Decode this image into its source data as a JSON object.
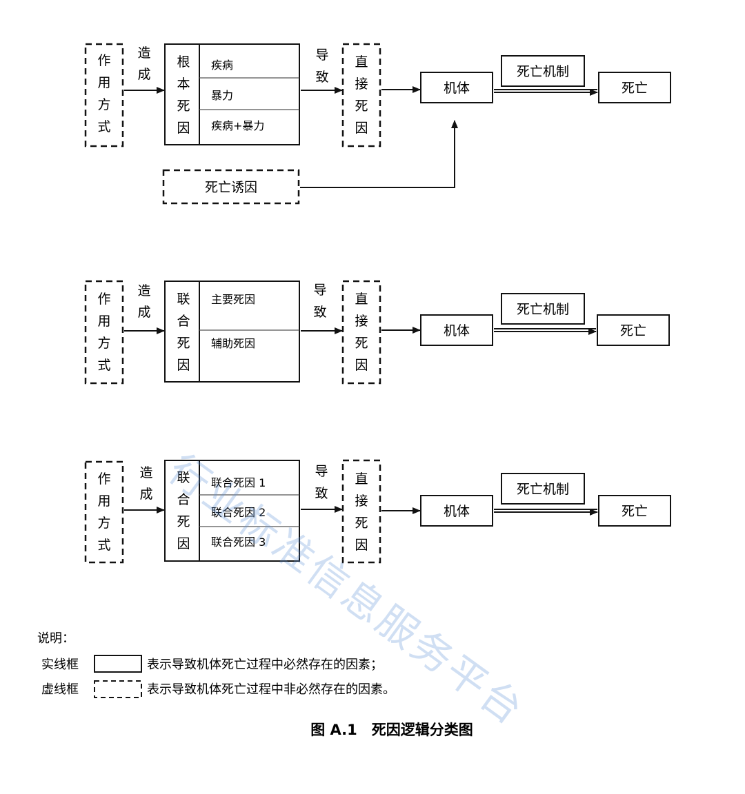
{
  "diagrams": [
    {
      "mode": "作用方式",
      "cause_verb": "造成",
      "root_label": "根本死因",
      "root_items": [
        "疾病",
        "暴力",
        "疾病+暴力"
      ],
      "lead_verb": "导致",
      "direct": "直接死因",
      "body": "机体",
      "mechanism": "死亡机制",
      "death": "死亡",
      "inducer": "死亡诱因"
    },
    {
      "mode": "作用方式",
      "cause_verb": "造成",
      "root_label": "联合死因",
      "root_items": [
        "主要死因",
        "辅助死因"
      ],
      "lead_verb": "导致",
      "direct": "直接死因",
      "body": "机体",
      "mechanism": "死亡机制",
      "death": "死亡"
    },
    {
      "mode": "作用方式",
      "cause_verb": "造成",
      "root_label": "联合死因",
      "root_items": [
        "联合死因 1",
        "联合死因 2",
        "联合死因 3"
      ],
      "lead_verb": "导致",
      "direct": "直接死因",
      "body": "机体",
      "mechanism": "死亡机制",
      "death": "死亡"
    }
  ],
  "legend": {
    "title": "说明：",
    "solid_label": "实线框",
    "solid_desc": "表示导致机体死亡过程中必然存在的因素；",
    "dashed_label": "虚线框",
    "dashed_desc": "表示导致机体死亡过程中非必然存在的因素。"
  },
  "caption": "图 A.1　死因逻辑分类图",
  "watermark": "行业标准信息服务平台"
}
